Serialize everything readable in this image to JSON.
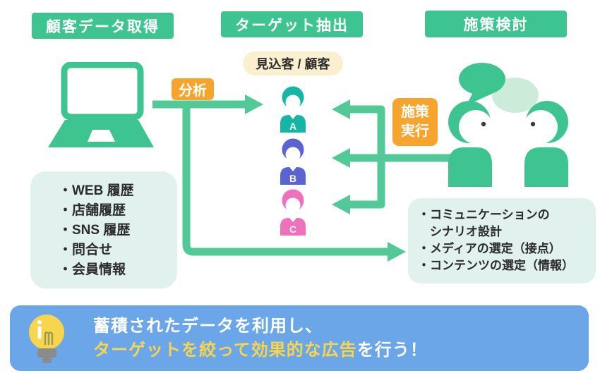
{
  "headers": [
    "顧客データ取得",
    "ターゲット抽出",
    "施策検討"
  ],
  "badges": {
    "analysis": "分析",
    "execution_line1": "施策",
    "execution_line2": "実行"
  },
  "pill_label": "見込客 / 顧客",
  "persons": [
    {
      "letter": "A",
      "color": "#16b5a5"
    },
    {
      "letter": "B",
      "color": "#5b63d3"
    },
    {
      "letter": "C",
      "color": "#ef70bb"
    }
  ],
  "left_box": {
    "items": [
      "・WEB 履歴",
      "・店舗履歴",
      "・SNS 履歴",
      "・問合せ",
      "・会員情報"
    ]
  },
  "right_box": {
    "items": [
      "・コミュニケーションの",
      "　シナリオ設計",
      "・メディアの選定（接点）",
      "・コンテンツの選定（情報）"
    ]
  },
  "banner": {
    "line1": "蓄積されたデータを利用し、",
    "line2_highlight": "ターゲットを絞って効果的な広告",
    "line2_rest": "を行う！"
  },
  "icons": [
    "laptop-icon",
    "lightbulb-icon",
    "person-a-icon",
    "person-b-icon",
    "person-c-icon",
    "talking-people-icon",
    "speech-bubble-icon"
  ],
  "colors": {
    "green": "#3ec491",
    "arrow_green": "#52c996",
    "light_green_bubble": "#cdebd9",
    "box_teal": "#e1f1ee",
    "orange": "#f6a42c",
    "banner_blue": "#6ba6e8",
    "highlight_yellow": "#f7d54d",
    "cream": "#faf0cf",
    "person_a": "#16b5a5",
    "person_b": "#5b63d3",
    "person_c": "#ef70bb"
  }
}
